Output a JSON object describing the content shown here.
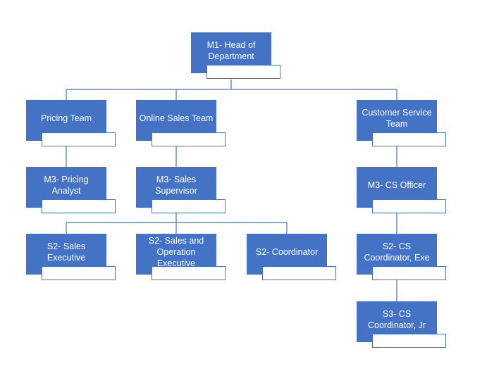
{
  "colors": {
    "box_fill": "#4472C4",
    "box_text": "#FFFFFF",
    "connector": "#4472C4",
    "background": "#FFFFFF"
  },
  "nodes": {
    "head": {
      "line1": "M1- Head of",
      "line2": "Department"
    },
    "pricing": {
      "line1": "Pricing Team",
      "line2": ""
    },
    "online": {
      "line1": "Online Sales Team",
      "line2": ""
    },
    "cs_team": {
      "line1": "Customer Service",
      "line2": "Team"
    },
    "pricing_an": {
      "line1": "M3- Pricing",
      "line2": "Analyst"
    },
    "sales_sup": {
      "line1": "M3- Sales",
      "line2": "Supervisor"
    },
    "cs_officer": {
      "line1": "M3- CS Officer",
      "line2": ""
    },
    "sales_exec": {
      "line1": "S2- Sales Executive",
      "line2": ""
    },
    "sales_op": {
      "line1": "S2- Sales and",
      "line2": "Operation",
      "line3": "Executive"
    },
    "coordinator": {
      "line1": "S2- Coordinator",
      "line2": ""
    },
    "cs_coord_exe": {
      "line1": "S2- CS",
      "line2": "Coordinator, Exe"
    },
    "cs_coord_jr": {
      "line1": "S3- CS",
      "line2": "Coordinator, Jr"
    }
  }
}
